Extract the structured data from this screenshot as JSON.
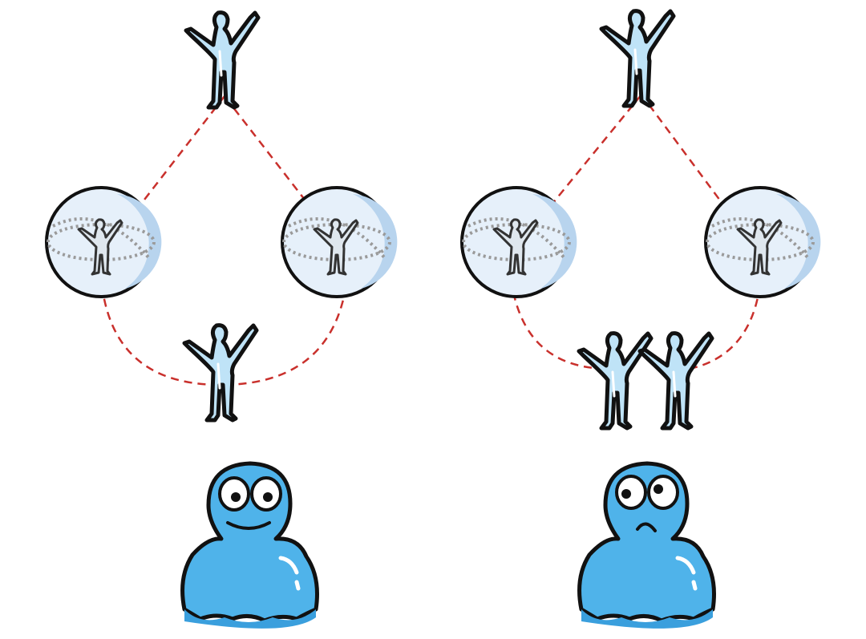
{
  "colors": {
    "background": "#ffffff",
    "path_dash": "#c9302c",
    "figure_fill": "#bfe3f7",
    "figure_highlight": "#ffffff",
    "outline": "#111111",
    "sphere_fill": "#e6f0fa",
    "sphere_shade": "#b8d4ee",
    "sphere_grid": "#9a9a9a",
    "character_body": "#4fb3ea",
    "character_shadow": "#3a9fdd"
  },
  "panels": [
    {
      "name": "left",
      "figure_count_bottom": 1,
      "character_mood": "happy",
      "icons": [
        "standing-figure-icon",
        "sphere-figure-icon",
        "smiling-character-icon"
      ]
    },
    {
      "name": "right",
      "figure_count_bottom": 2,
      "character_mood": "worried",
      "icons": [
        "standing-figure-icon",
        "sphere-figure-icon",
        "frowning-character-icon"
      ]
    }
  ]
}
